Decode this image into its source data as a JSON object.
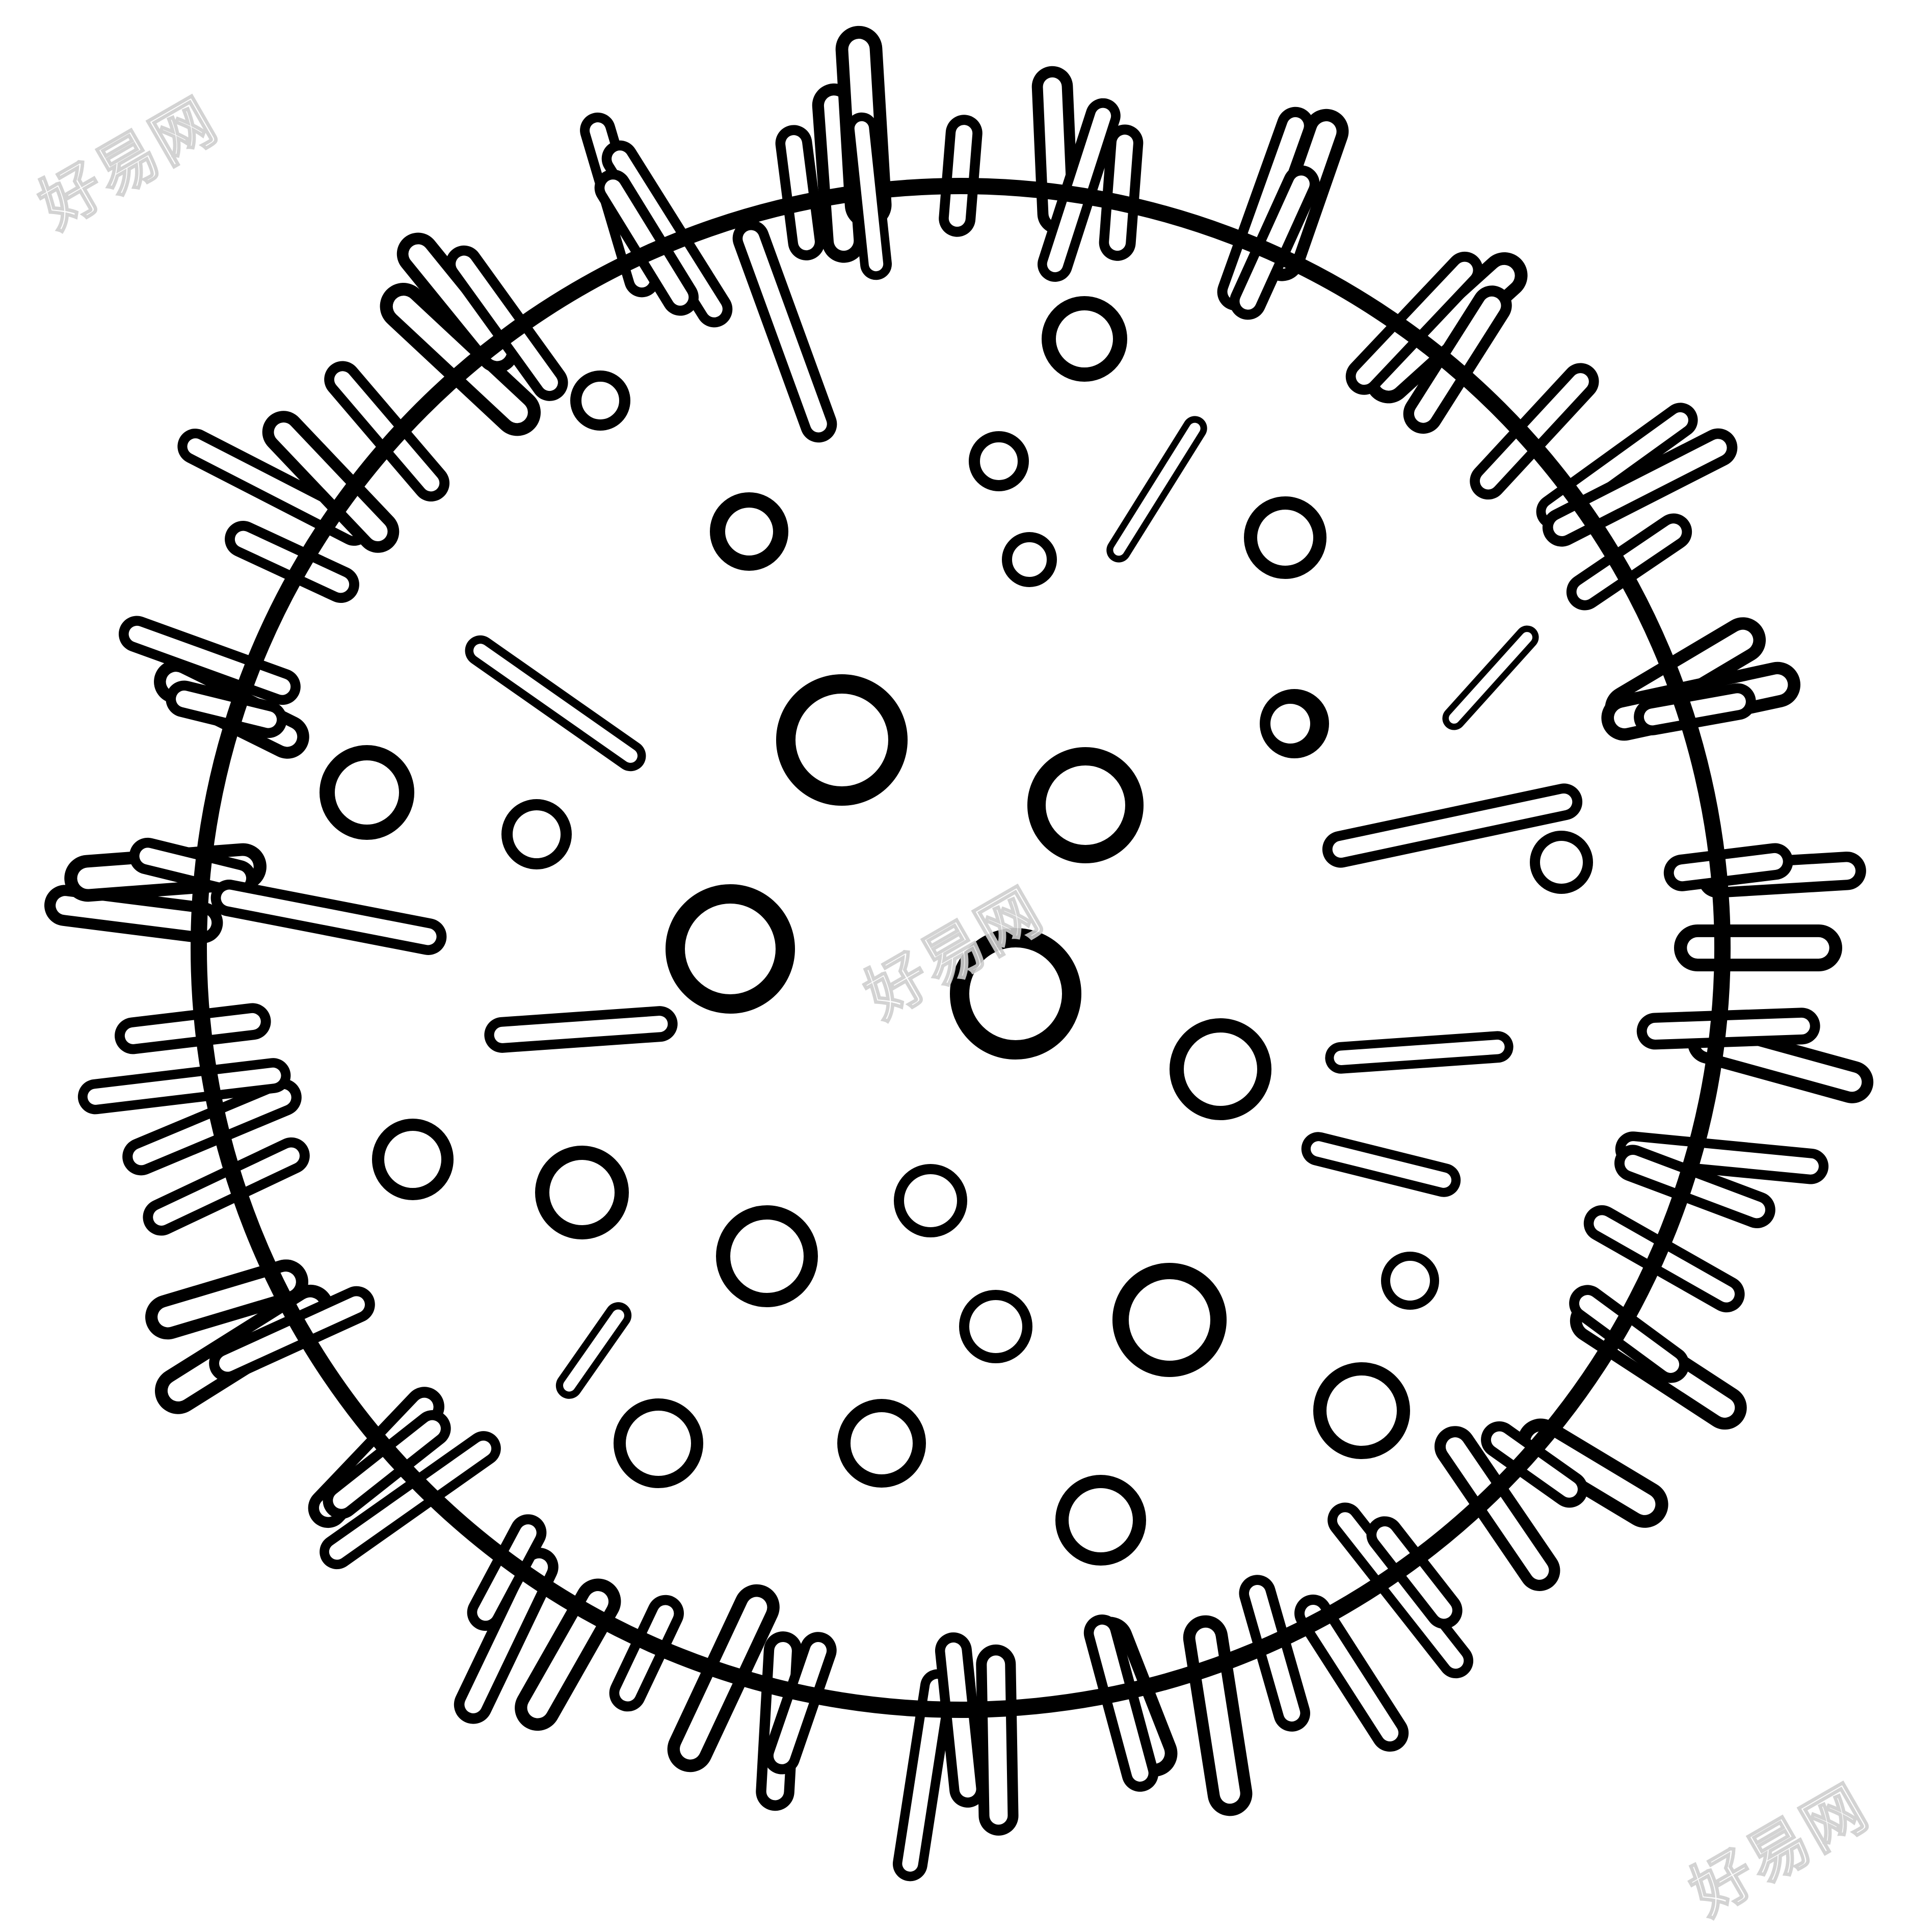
{
  "image": {
    "subject": "virus-coloring-page",
    "colors": {
      "background": "#ffffff",
      "outline": "#000000",
      "fill": "#ffffff",
      "watermark": "#cfcfcf"
    }
  },
  "watermarks": [
    {
      "text": "好易网"
    },
    {
      "text": "好易网"
    },
    {
      "text": "好易网"
    }
  ]
}
